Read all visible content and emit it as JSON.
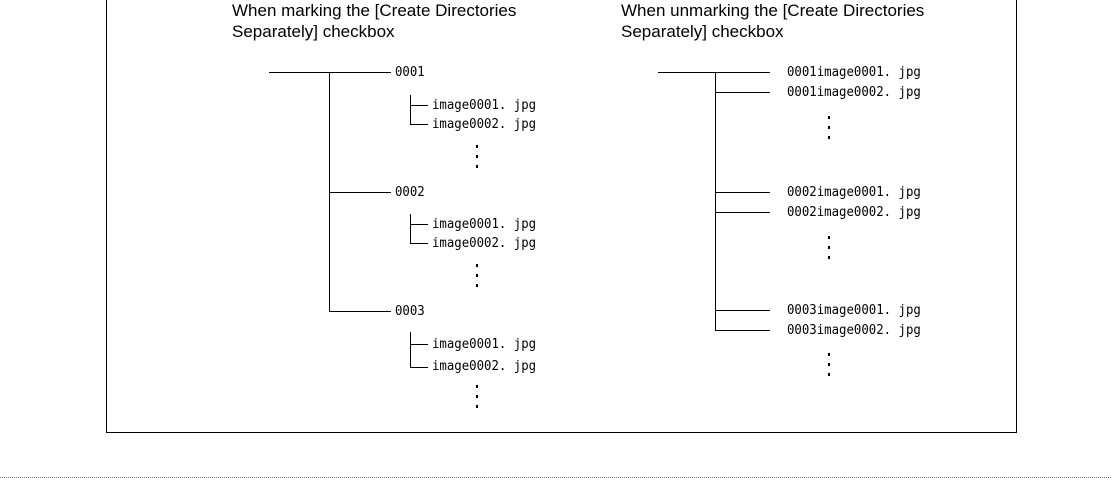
{
  "left_panel": {
    "title_line1": "When marking the [Create Directories",
    "title_line2": "Separately] checkbox",
    "dirs": [
      {
        "name": "0001",
        "files": [
          "image0001. jpg",
          "image0002. jpg"
        ]
      },
      {
        "name": "0002",
        "files": [
          "image0001. jpg",
          "image0002. jpg"
        ]
      },
      {
        "name": "0003",
        "files": [
          "image0001. jpg",
          "image0002. jpg"
        ]
      }
    ]
  },
  "right_panel": {
    "title_line1": "When unmarking the [Create Directories",
    "title_line2": "Separately] checkbox",
    "files": [
      "0001image0001. jpg",
      "0001image0002. jpg",
      "0002image0001. jpg",
      "0002image0002. jpg",
      "0003image0001. jpg",
      "0003image0002. jpg"
    ]
  }
}
